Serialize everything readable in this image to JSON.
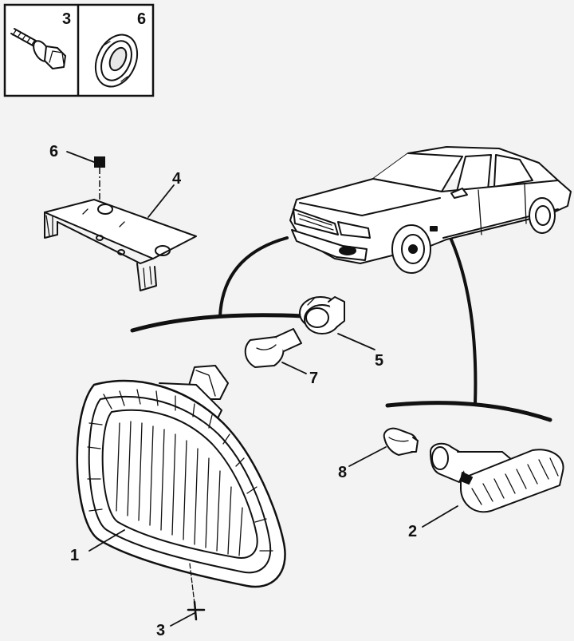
{
  "inset_labels": {
    "bolt": "3",
    "grommet": "6"
  },
  "labels": {
    "lamp": "1",
    "side_repeater": "2",
    "screw": "3",
    "bracket": "4",
    "bulb_holder": "5",
    "clip": "6",
    "bulb_front": "7",
    "bulb_side": "8"
  }
}
